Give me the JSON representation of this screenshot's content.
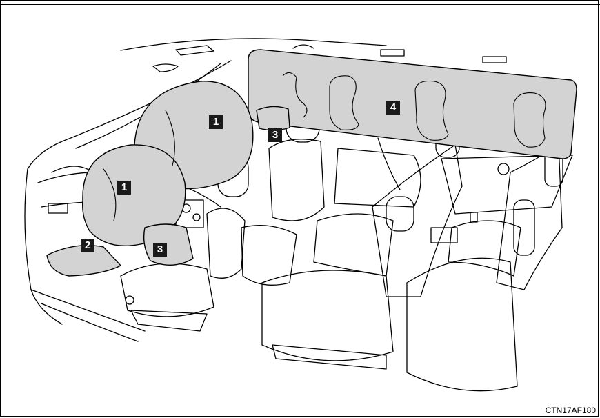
{
  "callouts": {
    "front_airbag_passenger": "1",
    "front_airbag_driver": "1",
    "knee_airbag": "2",
    "side_airbag_driver": "3",
    "side_airbag_passenger": "3",
    "curtain_airbag": "4"
  },
  "figure_code": "CTN17AF180",
  "colors": {
    "airbag_fill": "#d3d3d3",
    "line": "#000000",
    "callout_bg": "#1a1a1a"
  }
}
